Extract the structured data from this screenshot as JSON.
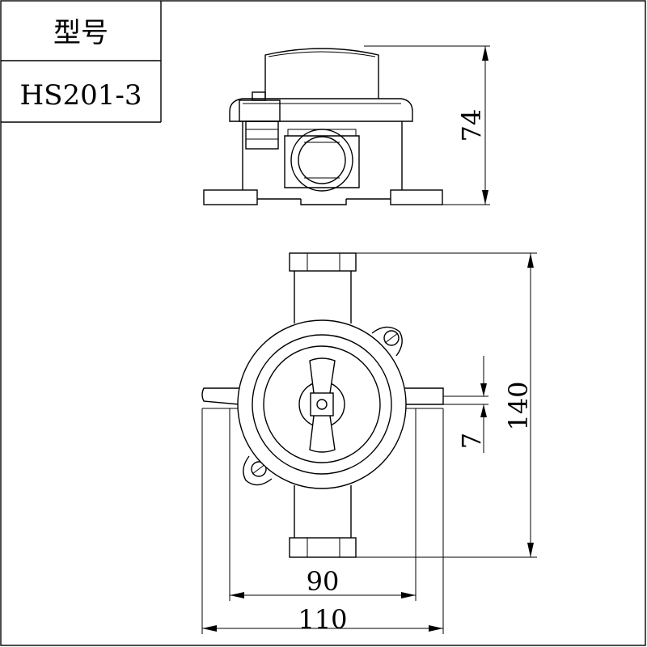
{
  "title_block": {
    "label": "型号",
    "model": "HS201-3"
  },
  "dimensions": {
    "height_side": "74",
    "height_front": "140",
    "offset": "7",
    "width_inner": "90",
    "width_outer": "110"
  }
}
